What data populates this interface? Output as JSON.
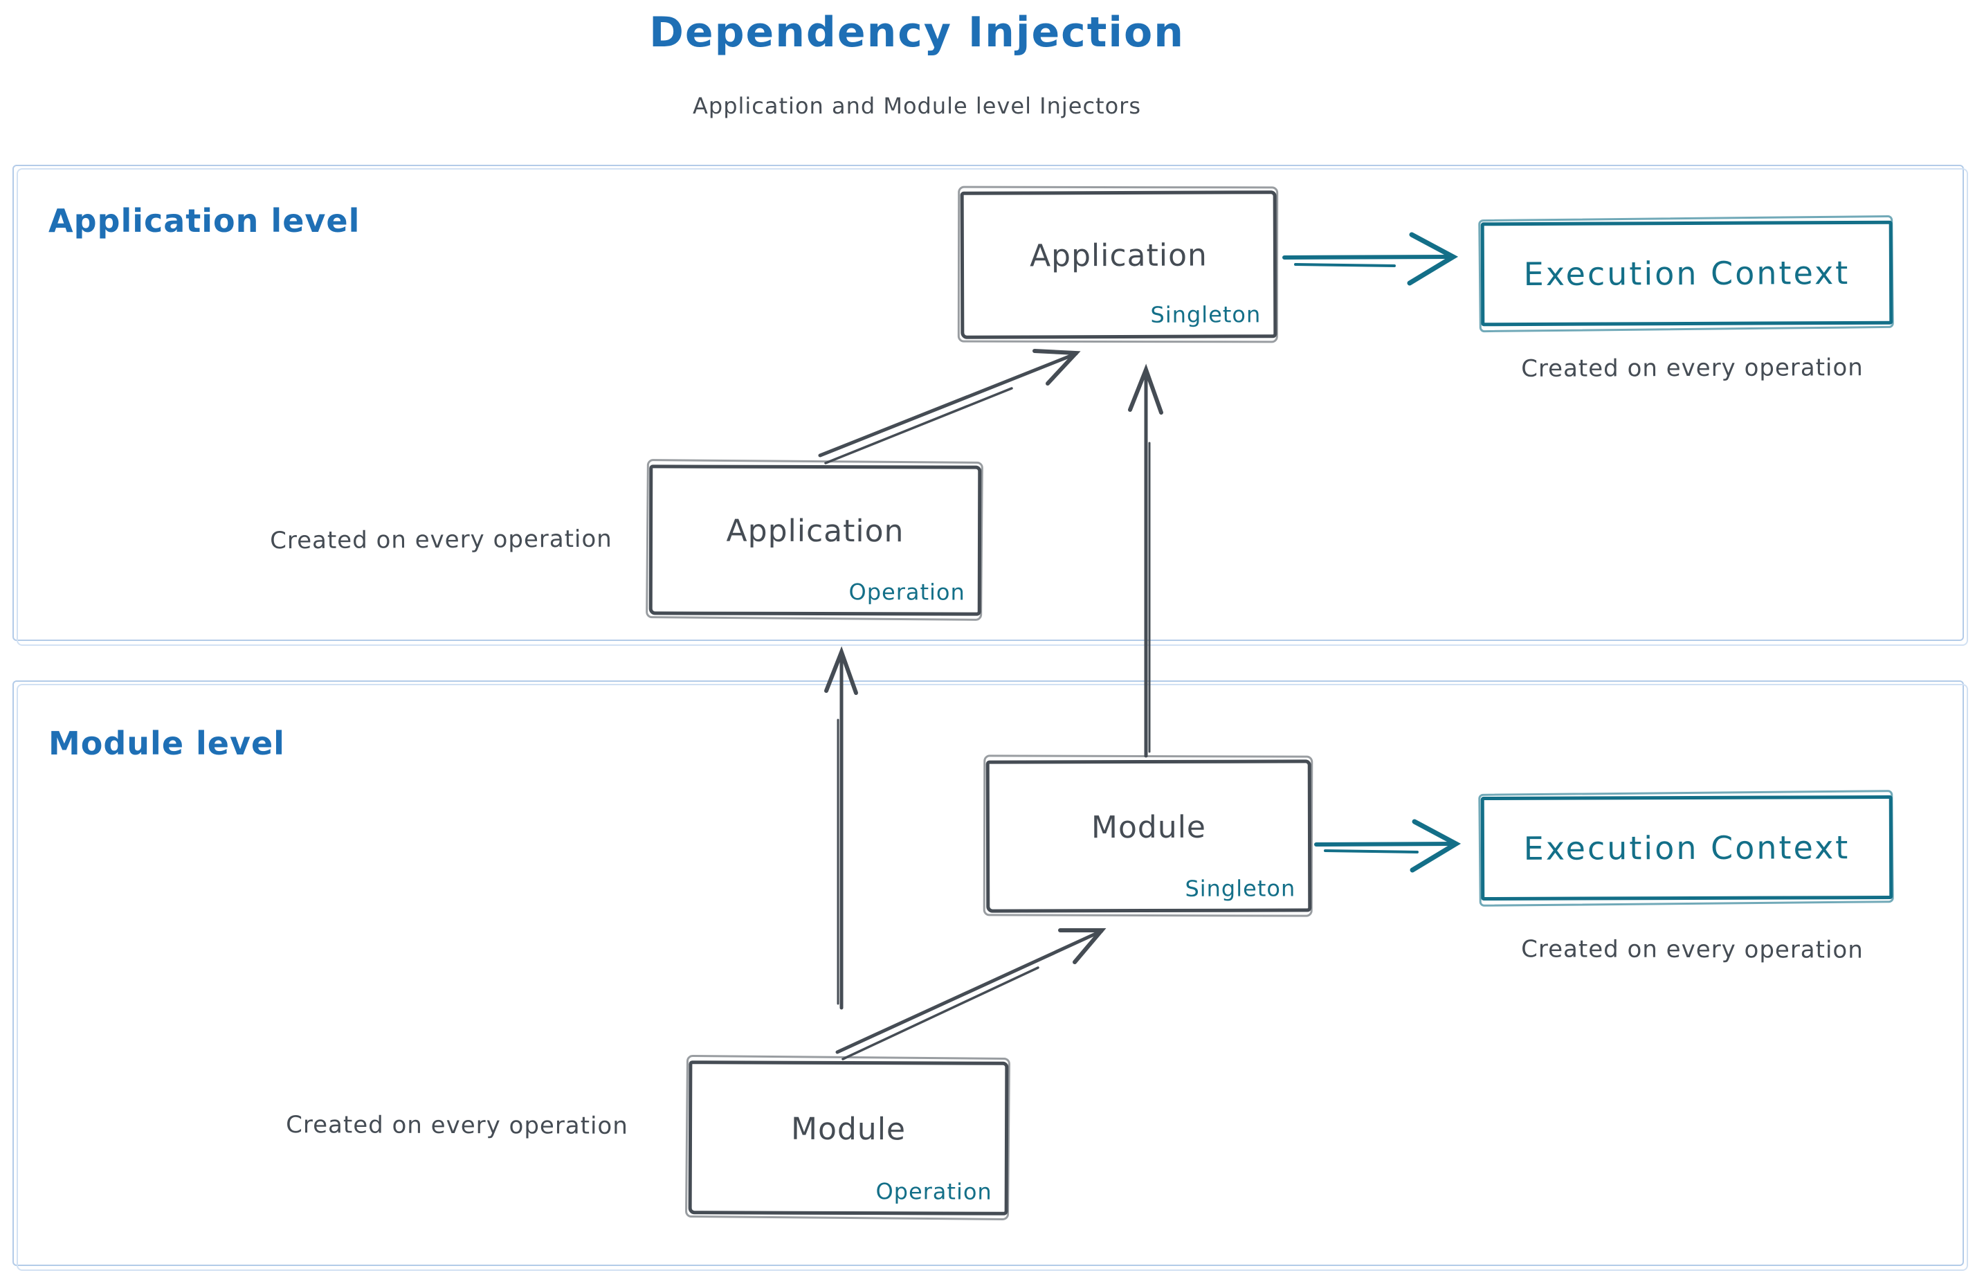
{
  "palette": {
    "title_blue": "#1e6fb5",
    "ink_dark": "#454c54",
    "teal": "#136f88",
    "section_border_blue": "#b3cbe8",
    "background": "#ffffff"
  },
  "header": {
    "title": "Dependency Injection",
    "subtitle": "Application and Module level Injectors"
  },
  "sections": {
    "application": {
      "label": "Application level",
      "nodes": {
        "singleton": {
          "title": "Application",
          "badge": "Singleton"
        },
        "operation": {
          "title": "Application",
          "badge": "Operation"
        },
        "operation_note": "Created on every operation",
        "execution_context": {
          "title": "Execution Context",
          "caption": "Created on every operation"
        }
      }
    },
    "module": {
      "label": "Module level",
      "nodes": {
        "singleton": {
          "title": "Module",
          "badge": "Singleton"
        },
        "operation": {
          "title": "Module",
          "badge": "Operation"
        },
        "operation_note": "Created on every operation",
        "execution_context": {
          "title": "Execution Context",
          "caption": "Created on every operation"
        }
      }
    }
  },
  "edges": [
    {
      "from": "application.operation",
      "to": "application.singleton",
      "style": "sketchy-diagonal"
    },
    {
      "from": "application.singleton",
      "to": "application.execution_context",
      "style": "sketchy-horizontal-teal"
    },
    {
      "from": "module.singleton",
      "to": "application.singleton",
      "style": "sketchy-vertical"
    },
    {
      "from": "module.operation",
      "to": "application.operation",
      "style": "sketchy-vertical"
    },
    {
      "from": "module.operation",
      "to": "module.singleton",
      "style": "sketchy-diagonal"
    },
    {
      "from": "module.singleton",
      "to": "module.execution_context",
      "style": "sketchy-horizontal-teal"
    }
  ]
}
